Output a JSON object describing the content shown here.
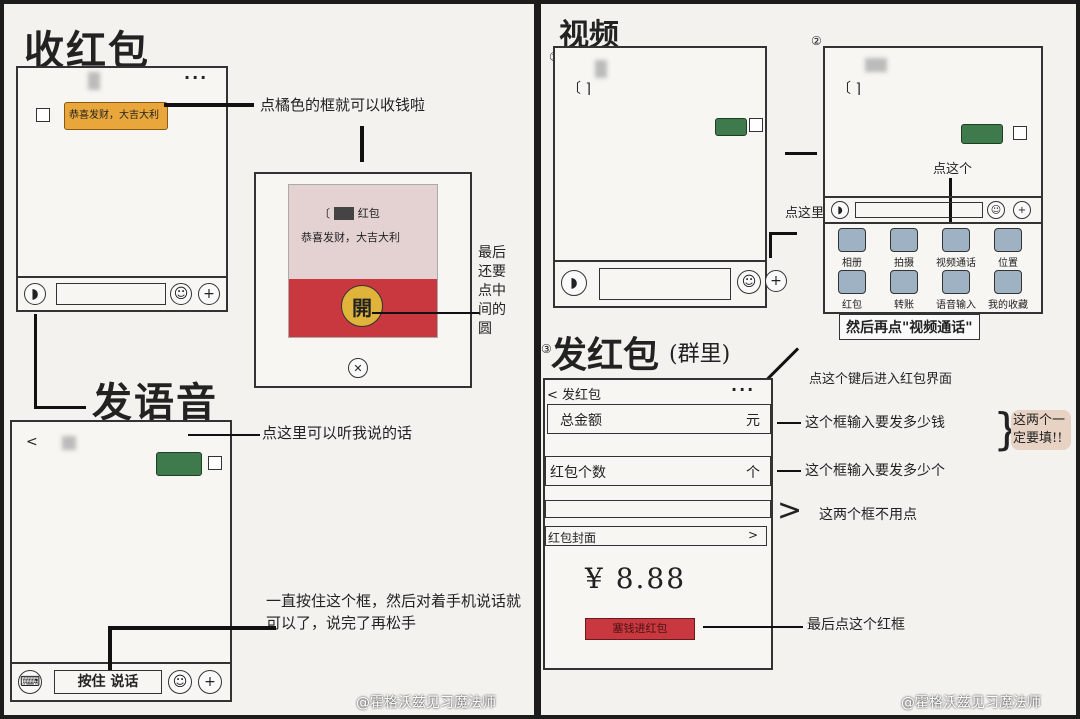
{
  "left": {
    "title_receive": "收红包",
    "note_orange": "点橘色的框就可以收钱啦",
    "packet_bubble_text": "恭喜发财，大吉大利",
    "packet_card_text": "恭喜发财，大吉大利",
    "packet_suffix": "红包",
    "open_char": "開",
    "note_open_circle": "最后还要点中间的圆",
    "title_voice": "发语音",
    "note_listen": "点这里可以听我说的话",
    "note_hold": "一直按住这个框，然后对着手机说话就可以了，说完了再松手",
    "hold_button": "按住 说话",
    "watermark": "@霍格沃兹见习魔法师"
  },
  "right": {
    "title_video": "视频",
    "step1": "①",
    "step2": "②",
    "note_click_here": "点这里",
    "note_click_this": "点这个",
    "grid": [
      "相册",
      "拍摄",
      "视频通话",
      "位置",
      "红包",
      "转账",
      "语音输入",
      "我的收藏"
    ],
    "note_then": "然后再点\"视频通话\"",
    "step3": "③",
    "title_send": "发红包",
    "title_send_sub": "(群里)",
    "note_after_key": "点这个键后进入红包界面",
    "header_back": "< 发红包",
    "field_total": "总金额",
    "field_total_unit": "元",
    "note_total": "这个框输入要发多少钱",
    "field_count": "红包个数",
    "field_count_unit": "个",
    "note_count": "这个框输入要发多少个",
    "note_must": "这两个一定要填!!",
    "field_cover": "红包封面",
    "field_cover_arrow": ">",
    "note_unneeded": "这两个框不用点",
    "amount": "¥ 8.88",
    "send_button": "塞钱进红包",
    "note_last": "最后点这个红框",
    "watermark": "@霍格沃兹见习魔法师"
  },
  "colors": {
    "orange": "#e9a63a",
    "green": "#3f7a4c",
    "red": "#c9373f",
    "paper": "#f3f2ee"
  }
}
